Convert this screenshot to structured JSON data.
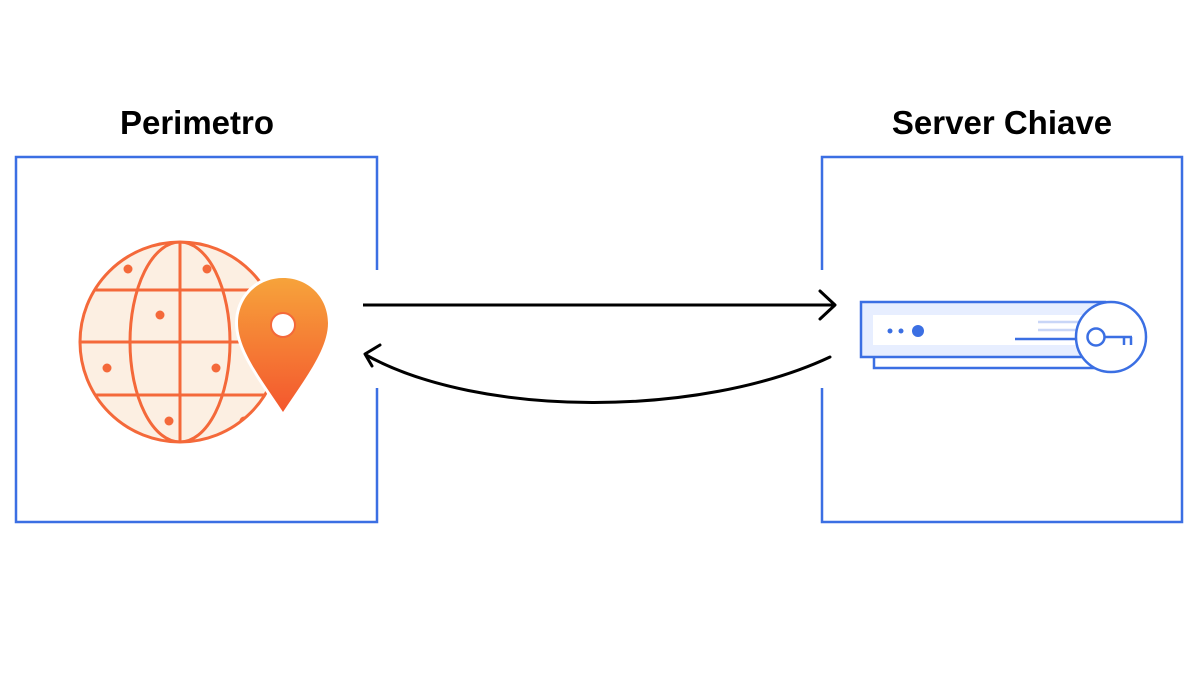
{
  "nodes": {
    "edge": {
      "title": "Perimetro",
      "icon": "globe-location-pin-icon"
    },
    "key_server": {
      "title": "Server Chiave",
      "icon": "server-key-icon"
    }
  },
  "connections": [
    {
      "from": "edge",
      "to": "key_server",
      "style": "straight-arrow"
    },
    {
      "from": "key_server",
      "to": "edge",
      "style": "curved-arrow"
    }
  ],
  "colors": {
    "box_border": "#3b6fe3",
    "server_blue": "#3b6fe3",
    "server_fill": "#e7eeff",
    "globe_orange": "#f4693a",
    "globe_fill": "#fcefe2",
    "pin_top": "#f6a33b",
    "pin_bottom": "#f4572e",
    "arrow": "#000000"
  }
}
